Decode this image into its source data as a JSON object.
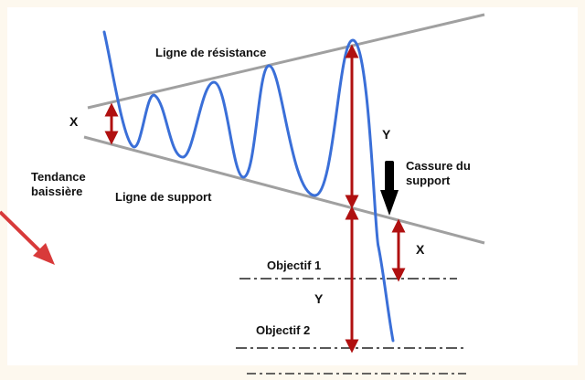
{
  "labels": {
    "resistance": "Ligne de résistance",
    "support": "Ligne de support",
    "trend_line1": "Tendance",
    "trend_line2": "baissière",
    "breakout_line1": "Cassure du",
    "breakout_line2": "support",
    "x_left": "X",
    "x_right": "X",
    "y_top": "Y",
    "y_bottom": "Y",
    "target1": "Objectif 1",
    "target2": "Objectif 2"
  },
  "colors": {
    "background": "#fdf8ee",
    "price_line": "#3a6fd8",
    "trend_lines": "#a0a0a0",
    "measure_arrows": "#b01010",
    "trend_arrow": "#d83a3a",
    "breakout_arrow": "#000000"
  },
  "icons": {
    "trend_arrow": "red-down-right-arrow-icon",
    "breakout_arrow": "black-down-arrow-icon"
  }
}
